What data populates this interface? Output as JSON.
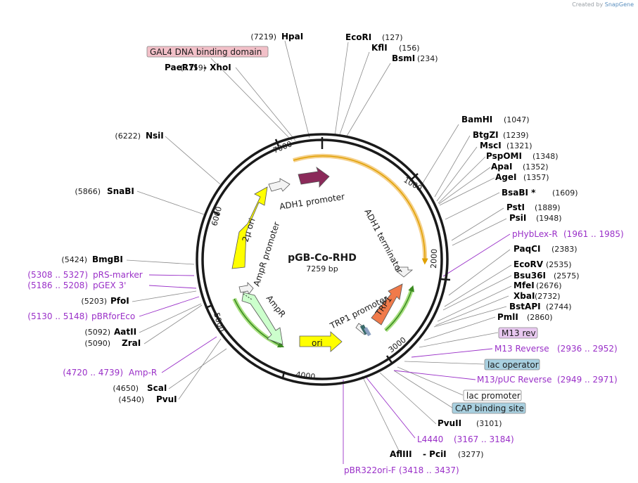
{
  "watermark": {
    "prefix": "Created by",
    "brand": "SnapGene"
  },
  "plasmid": {
    "name": "pGB-Co-RHD",
    "length": "7259 bp"
  },
  "ticks": [
    "1000",
    "2000",
    "3000",
    "4000",
    "5000",
    "6000",
    "7000"
  ],
  "features": [
    {
      "name": "ADH1 promoter",
      "color": "#8b2a5a"
    },
    {
      "name": "ADH1 terminator",
      "color": "#f3f3f3"
    },
    {
      "name": "TRP1 promoter",
      "color": "#f3f3f3"
    },
    {
      "name": "TRP1",
      "color": "#f07a4a"
    },
    {
      "name": "ori",
      "color": "#ffff00"
    },
    {
      "name": "AmpR",
      "color": "#ccffcc"
    },
    {
      "name": "AmpR promoter",
      "color": "#f3f3f3"
    },
    {
      "name": "2μ ori",
      "color": "#ffff00"
    },
    {
      "name": "GAL4 DNA binding domain",
      "color": "#f2c0c8"
    }
  ],
  "left_sites": [
    {
      "pos": "(7219)",
      "name": "HpaI"
    },
    {
      "pos": "(7159)",
      "name": "PaeR7I",
      "suffix": "- XhoI"
    },
    {
      "pos": "(6222)",
      "name": "NsiI"
    },
    {
      "pos": "(5866)",
      "name": "SnaBI"
    },
    {
      "pos": "(5424)",
      "name": "BmgBI"
    },
    {
      "pos": "(5203)",
      "name": "PfoI"
    },
    {
      "pos": "(5092)",
      "name": "AatII"
    },
    {
      "pos": "(5090)",
      "name": "ZraI"
    },
    {
      "pos": "(4650)",
      "name": "ScaI"
    },
    {
      "pos": "(4540)",
      "name": "PvuI"
    }
  ],
  "right_sites": [
    {
      "name": "EcoRI",
      "pos": "(127)"
    },
    {
      "name": "KflI",
      "pos": "(156)"
    },
    {
      "name": "BsmI",
      "pos": "(234)"
    },
    {
      "name": "BamHI",
      "pos": "(1047)"
    },
    {
      "name": "BtgZI",
      "pos": "(1239)"
    },
    {
      "name": "MscI",
      "pos": "(1321)"
    },
    {
      "name": "PspOMI",
      "pos": "(1348)"
    },
    {
      "name": "ApaI",
      "pos": "(1352)"
    },
    {
      "name": "AgeI",
      "pos": "(1357)"
    },
    {
      "name": "BsaBI *",
      "pos": "(1609)"
    },
    {
      "name": "PstI",
      "pos": "(1889)"
    },
    {
      "name": "PsiI",
      "pos": "(1948)"
    },
    {
      "name": "PaqCI",
      "pos": "(2383)"
    },
    {
      "name": "EcoRV",
      "pos": "(2535)"
    },
    {
      "name": "Bsu36I",
      "pos": "(2575)"
    },
    {
      "name": "MfeI",
      "pos": "(2676)"
    },
    {
      "name": "XbaI",
      "pos": "(2732)"
    },
    {
      "name": "BstAPI",
      "pos": "(2744)"
    },
    {
      "name": "PmlI",
      "pos": "(2860)"
    },
    {
      "name": "PvuII",
      "pos": "(3101)"
    },
    {
      "name": "AflIII",
      "pos": "(3277)",
      "prefix2": "- PciI"
    }
  ],
  "primers_left": [
    {
      "range": "(5308 .. 5327)",
      "name": "pRS-marker"
    },
    {
      "range": "(5186 .. 5208)",
      "name": "pGEX 3'"
    },
    {
      "range": "(5130 .. 5148)",
      "name": "pBRforEco"
    },
    {
      "range": "(4720 .. 4739)",
      "name": "Amp-R"
    }
  ],
  "primers_right": [
    {
      "name": "pHybLex-R",
      "range": "(1961 .. 1985)"
    },
    {
      "name": "M13 Reverse",
      "range": "(2936 .. 2952)"
    },
    {
      "name": "M13/pUC Reverse",
      "range": "(2949 .. 2971)"
    },
    {
      "name": "L4440",
      "range": "(3167 .. 3184)"
    },
    {
      "name": "pBR322ori-F",
      "range": "(3418 .. 3437)"
    }
  ],
  "boxed": [
    {
      "name": "M13 rev",
      "fill": "#e8c8f0"
    },
    {
      "name": "lac operator",
      "fill": "#a8d0e0"
    },
    {
      "name": "lac promoter",
      "fill": "#ffffff"
    },
    {
      "name": "CAP binding site",
      "fill": "#a8d0e0"
    }
  ],
  "colors": {
    "primer": "#9a30c8",
    "enzyme": "#000000",
    "line": "#888888"
  }
}
